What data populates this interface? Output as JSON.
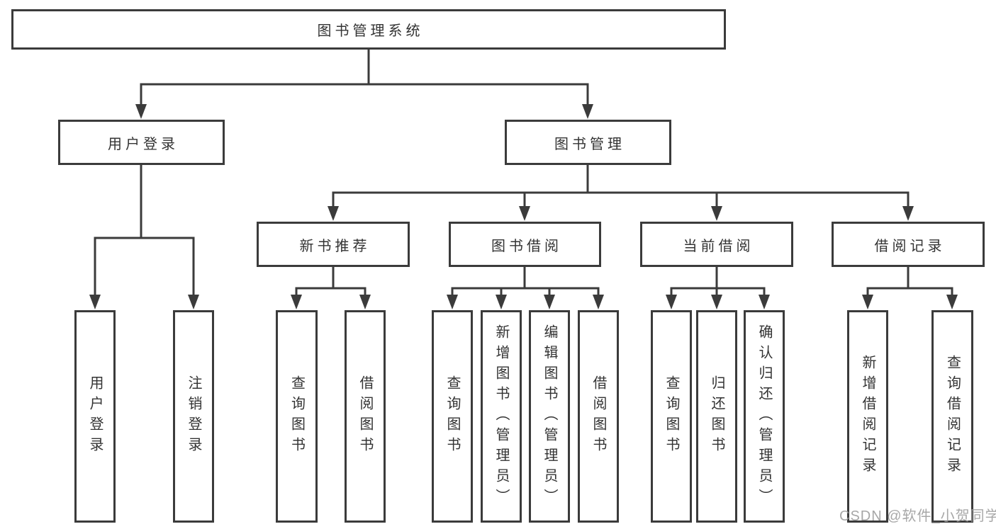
{
  "root": {
    "label": "图书管理系统"
  },
  "user": {
    "label": "用户登录",
    "children": [
      {
        "label": "用户登录"
      },
      {
        "label": "注销登录"
      }
    ]
  },
  "books": {
    "label": "图书管理",
    "sections": [
      {
        "label": "新书推荐",
        "children": [
          {
            "label": "查询图书"
          },
          {
            "label": "借阅图书"
          }
        ]
      },
      {
        "label": "图书借阅",
        "children": [
          {
            "label": "查询图书"
          },
          {
            "label": "新增图书（管理员）"
          },
          {
            "label": "编辑图书（管理员）"
          },
          {
            "label": "借阅图书"
          }
        ]
      },
      {
        "label": "当前借阅",
        "children": [
          {
            "label": "查询图书"
          },
          {
            "label": "归还图书"
          },
          {
            "label": "确认归还（管理员）"
          }
        ]
      },
      {
        "label": "借阅记录",
        "children": [
          {
            "label": "新增借阅记录"
          },
          {
            "label": "查询借阅记录"
          }
        ]
      }
    ]
  },
  "watermark": {
    "text": "CSDN @软件_小贺同学"
  },
  "colors": {
    "line": "#3b3b3b",
    "text": "#333333",
    "watermark": "#9e9e9e",
    "background": "#ffffff"
  }
}
